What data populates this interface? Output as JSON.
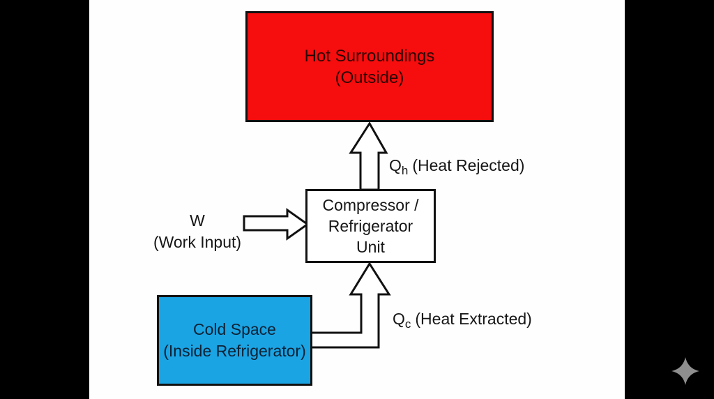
{
  "window": {
    "kind": "presentation-slide-frame"
  },
  "colors": {
    "frame": "#000000",
    "canvas": "#fefefe",
    "hot_box": "#f60d0d",
    "hot_text": "#2b0505",
    "cold_box": "#1ba4e4",
    "cold_text": "#0d2133",
    "line": "#111111",
    "sparkle": "#8f8f8f"
  },
  "diagram": {
    "hot_box": {
      "line1": "Hot Surroundings",
      "line2": "(Outside)"
    },
    "compressor_box": {
      "line1": "Compressor /",
      "line2": "Refrigerator",
      "line3": "Unit"
    },
    "cold_box": {
      "line1": "Cold Space",
      "line2": "(Inside Refrigerator)"
    },
    "work_label": {
      "symbol": "W",
      "caption": "(Work Input)"
    },
    "heat_rejected_label": {
      "symbol": "Q",
      "subscript": "h",
      "caption": "(Heat Rejected)"
    },
    "heat_extracted_label": {
      "symbol": "Q",
      "subscript": "c",
      "caption": "(Heat Extracted)"
    }
  }
}
